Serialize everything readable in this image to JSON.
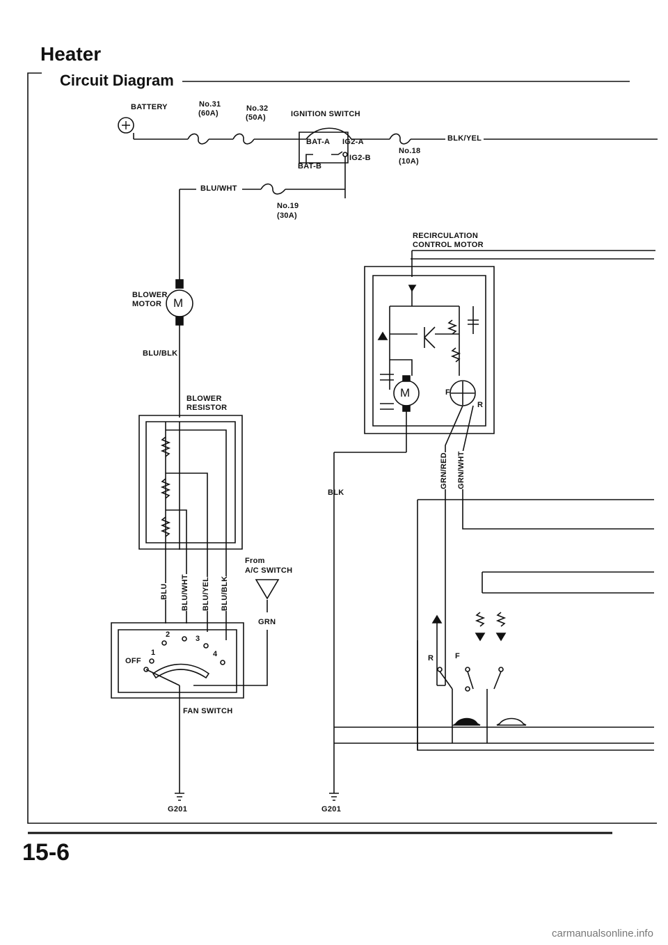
{
  "header": {
    "title": "Heater",
    "subtitle": "Circuit Diagram"
  },
  "labels": {
    "battery": "BATTERY",
    "fuse31": "No.31",
    "fuse31_amp": "(60A)",
    "fuse32": "No.32",
    "fuse32_amp": "(50A)",
    "ignition_switch": "IGNITION SWITCH",
    "bat_a": "BAT-A",
    "ig2_a": "IG2-A",
    "ig2_b": "IG2-B",
    "bat_b": "BAT-B",
    "fuse18": "No.18",
    "fuse18_amp": "(10A)",
    "blk_yel": "BLK/YEL",
    "blu_wht": "BLU/WHT",
    "fuse19": "No.19",
    "fuse19_amp": "(30A)",
    "recirc_1": "RECIRCULATION",
    "recirc_2": "CONTROL MOTOR",
    "blower_motor_1": "BLOWER",
    "blower_motor_2": "MOTOR",
    "motor_m": "M",
    "blu_blk": "BLU/BLK",
    "blower_res_1": "BLOWER",
    "blower_res_2": "RESISTOR",
    "wire_blu": "BLU",
    "wire_blu_wht": "BLU/WHT",
    "wire_blu_yel": "BLU/YEL",
    "wire_blu_blk": "BLU/BLK",
    "from": "From",
    "ac_switch": "A/C SWITCH",
    "grn": "GRN",
    "off": "OFF",
    "pos1": "1",
    "pos2": "2",
    "pos3": "3",
    "pos4": "4",
    "fan_switch": "FAN SWITCH",
    "g201_left": "G201",
    "g201_mid": "G201",
    "blk": "BLK",
    "grn_red": "GRN/RED",
    "grn_wht": "GRN/WHT",
    "term_f": "F",
    "term_r": "R",
    "sw_r": "R",
    "sw_f": "F"
  },
  "footer": {
    "page_number": "15-6",
    "watermark": "carmanualsonline.info"
  }
}
